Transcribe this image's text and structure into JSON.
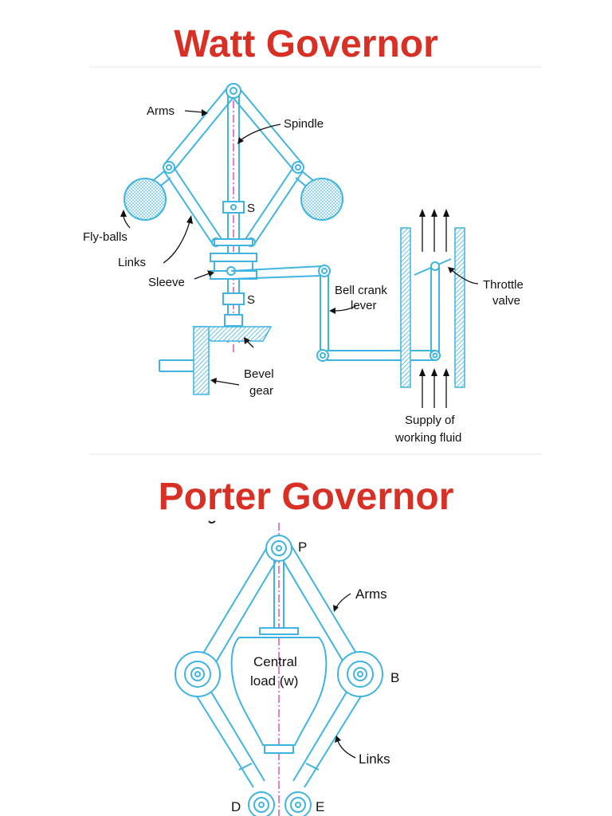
{
  "sections": {
    "watt": {
      "title": "Watt Governor",
      "labels": {
        "arms": "Arms",
        "spindle": "Spindle",
        "s_upper": "S",
        "s_lower": "S",
        "fly_balls": "Fly-balls",
        "links": "Links",
        "sleeve": "Sleeve",
        "bell_crank_1": "Bell crank",
        "bell_crank_2": "lever",
        "throttle_1": "Throttle",
        "throttle_2": "valve",
        "bevel_1": "Bevel",
        "bevel_2": "gear",
        "supply_1": "Supply of",
        "supply_2": "working fluid"
      }
    },
    "porter": {
      "title": "Porter Governor",
      "labels": {
        "p": "P",
        "arms": "Arms",
        "central_1": "Central",
        "central_2": "load (w)",
        "b": "B",
        "links": "Links",
        "d": "D",
        "e": "E"
      }
    }
  },
  "colors": {
    "title": "#d93025",
    "line": "#3fb4e0",
    "axis": "#e0389a",
    "ball": "#3fb4e0",
    "text": "#111111"
  }
}
